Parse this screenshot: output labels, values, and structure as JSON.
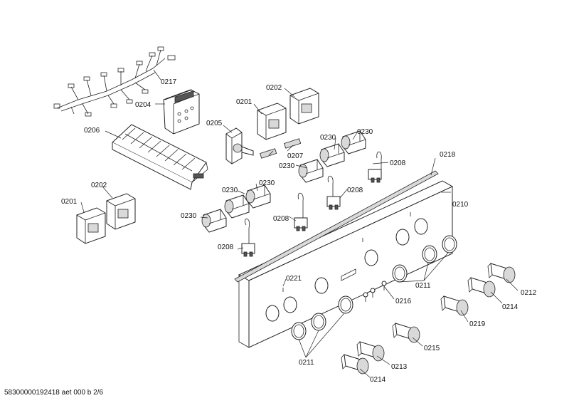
{
  "labels": {
    "l0217": "0217",
    "l0204": "0204",
    "l0206": "0206",
    "l0201a": "0201",
    "l0202a": "0202",
    "l0205": "0205",
    "l0207": "0207",
    "l0230a": "0230",
    "l0230b": "0230",
    "l0230c": "0230",
    "l0230d": "0230",
    "l0230e": "0230",
    "l0230f": "0230",
    "l0208a": "0208",
    "l0208b": "0208",
    "l0208c": "0208",
    "l0208d": "0208",
    "l0201b": "0201",
    "l0202b": "0202",
    "l0218": "0218",
    "l0210": "0210",
    "l0221": "0221",
    "l0216": "0216",
    "l0211a": "0211",
    "l0211b": "0211",
    "l0212": "0212",
    "l0214a": "0214",
    "l0214b": "0214",
    "l0219": "0219",
    "l0215": "0215",
    "l0213": "0213"
  },
  "footer": "58300000192418 aet 000 b 2/6"
}
